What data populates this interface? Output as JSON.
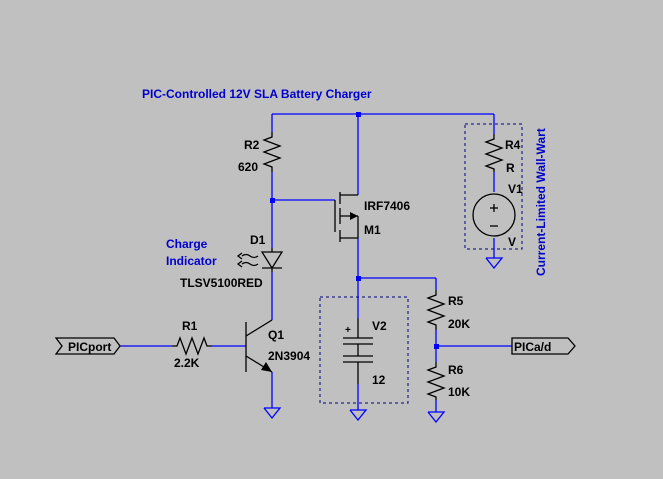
{
  "title": "PIC-Controlled 12V SLA Battery Charger",
  "wallwart_label": "Current-Limited Wall-Wart",
  "note_line1": "Charge",
  "note_line2": "Indicator",
  "components": {
    "r1": {
      "ref": "R1",
      "value": "2.2K"
    },
    "r2": {
      "ref": "R2",
      "value": "620"
    },
    "r4": {
      "ref": "R4",
      "value": "R"
    },
    "r5": {
      "ref": "R5",
      "value": "20K"
    },
    "r6": {
      "ref": "R6",
      "value": "10K"
    },
    "d1": {
      "ref": "D1",
      "value": "TLSV5100RED"
    },
    "q1": {
      "ref": "Q1",
      "value": "2N3904"
    },
    "m1": {
      "ref": "M1",
      "value": "IRF7406"
    },
    "v1": {
      "ref": "V1",
      "value": "V"
    },
    "v2": {
      "ref": "V2",
      "value": "12"
    }
  },
  "ports": {
    "picport": "PICport",
    "picad": "PICa/d"
  },
  "colors": {
    "wire": "#0000ff",
    "component": "#000000",
    "background": "#c0c0c0",
    "title": "#0000cc"
  }
}
